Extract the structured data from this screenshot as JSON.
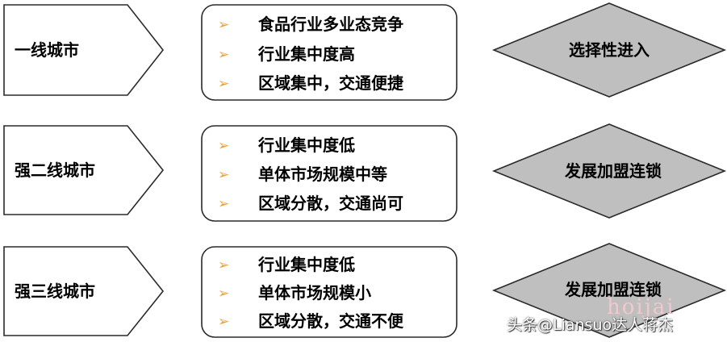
{
  "colors": {
    "border": "#2a2a2a",
    "bullet": "#F0A030",
    "diamond_fill": "#BFBFBF",
    "box_fill": "#FFFFFF"
  },
  "bullet_glyph": "➢",
  "rows": [
    {
      "city": "一线城市",
      "points": [
        "食品行业多业态竞争",
        "行业集中度高",
        "区域集中，交通便捷"
      ],
      "strategy": "选择性进入"
    },
    {
      "city": "强二线城市",
      "points": [
        "行业集中度低",
        "单体市场规模中等",
        "区域分散，交通尚可"
      ],
      "strategy": "发展加盟连锁"
    },
    {
      "city": "强三线城市",
      "points": [
        "行业集中度低",
        "单体市场规模小",
        "区域分散，交通不便"
      ],
      "strategy": "发展加盟连锁"
    }
  ],
  "watermark": "头条@Liansuo达人蒋杰",
  "faint_mark": "hoijai"
}
